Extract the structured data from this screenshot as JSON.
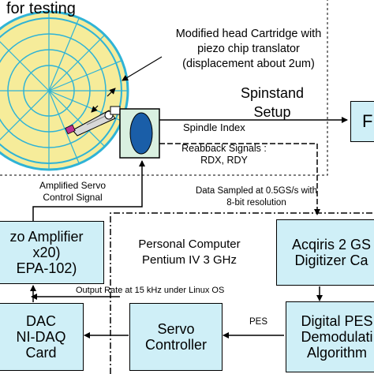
{
  "title_fragment": "for testing",
  "cartridge_note": [
    "Modified head Cartridge with",
    "piezo chip translator",
    "(displacement about 2um)"
  ],
  "spinstand_label": [
    "Spinstand",
    "Setup"
  ],
  "spindle_index": "Spindle Index",
  "readback_signals": [
    "Reabback Signals :",
    "RDX, RDY"
  ],
  "amplified_servo": [
    "Amplified Servo",
    "Control Signal"
  ],
  "data_sampled": [
    "Data Sampled at 0.5GS/s with",
    "8-bit resolution"
  ],
  "pc_label": [
    "Personal Computer",
    "Pentium IV 3 GHz"
  ],
  "output_rate": "Output Rate at 15 kHz under Linux OS",
  "pes_label": "PES",
  "boxes": {
    "right_top": "F",
    "piezo_amplifier": [
      "zo Amplifier",
      "x20)",
      "EPA-102)"
    ],
    "acqiris": [
      "Acqiris 2 GS",
      "Digitizer Ca"
    ],
    "dac": [
      "DAC",
      "NI-DAQ",
      "Card"
    ],
    "servo": [
      "Servo",
      "Controller"
    ],
    "digital_pes": [
      "Digital PES",
      "Demodulati",
      "Algorithm"
    ]
  },
  "colors": {
    "box_fill": "#cfeff7",
    "disk_fill": "#f6ec9a",
    "disk_ring": "#2fb3d6",
    "head_fill": "#1a5ea8",
    "slider_fill": "#d9f0e0"
  }
}
